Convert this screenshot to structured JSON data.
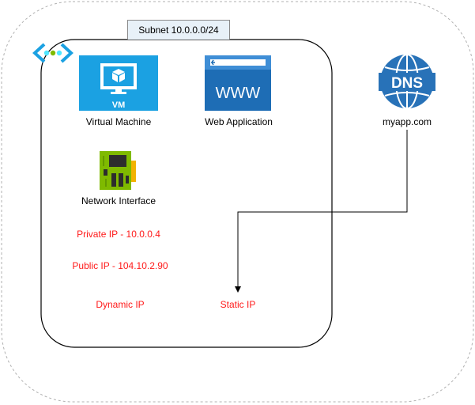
{
  "subnet": {
    "label": "Subnet 10.0.0.0/24"
  },
  "nodes": {
    "vm": {
      "label": "Virtual Machine",
      "badge": "VM"
    },
    "web_app": {
      "label": "Web Application",
      "badge": "WWW"
    },
    "nic": {
      "label": "Network Interface"
    },
    "dns": {
      "label": "myapp.com",
      "badge": "DNS"
    }
  },
  "annotations": {
    "private_ip": "Private IP - 10.0.0.4",
    "public_ip": "Public IP - 104.10.2.90",
    "dynamic_ip": "Dynamic IP",
    "static_ip": "Static IP"
  },
  "colors": {
    "annotation": "#ff1a1a",
    "azure_blue": "#1ba1e2",
    "web_blue": "#1e6db5",
    "dns_blue": "#2872b8",
    "nic_green": "#7fba00",
    "vnet_cyan": "#50e6ff",
    "vnet_green": "#7fba00"
  }
}
